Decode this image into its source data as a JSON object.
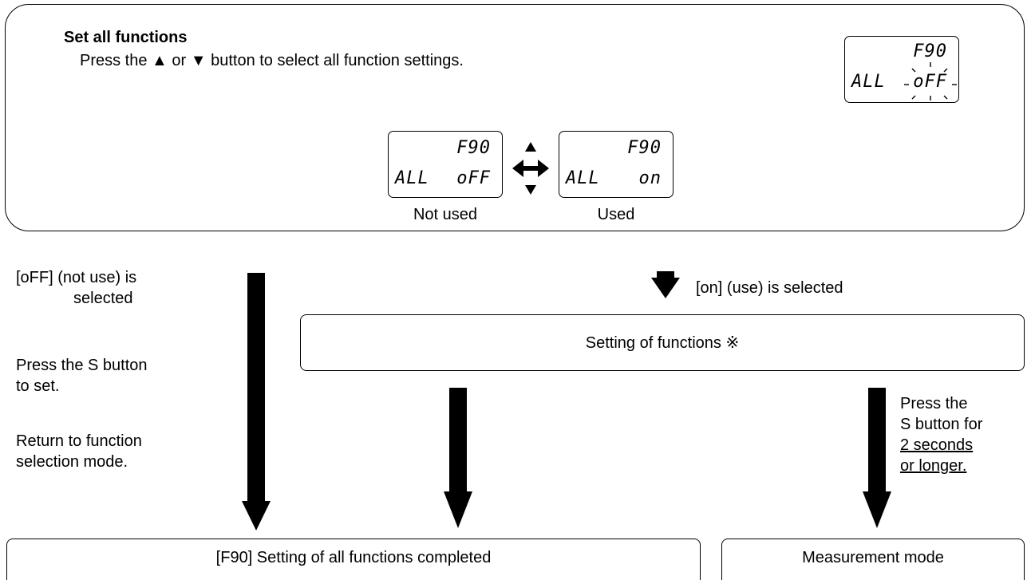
{
  "header": {
    "title": "Set all functions",
    "instruction": "Press the ▲ or ▼ button to select all function settings."
  },
  "display_current": {
    "code": "F90",
    "name": "ALL",
    "value": "oFF"
  },
  "option_off": {
    "code": "F90",
    "name": "ALL",
    "value": "oFF",
    "caption": "Not used"
  },
  "option_on": {
    "code": "F90",
    "name": "ALL",
    "value": "on",
    "caption": "Used"
  },
  "left_branch": {
    "selected": "[oFF] (not use) is",
    "selected_2": "selected",
    "press": "Press the S button",
    "press_2": "to set.",
    "return": "Return to function",
    "return_2": "selection mode."
  },
  "right_branch": {
    "selected": "[on] (use) is selected"
  },
  "setting_box": {
    "label": "Setting of functions ※"
  },
  "measure_note": {
    "line1": "Press the",
    "line2": "S button for",
    "line3": "2 seconds",
    "line4": "or longer."
  },
  "completed_box": {
    "label": "[F90] Setting of all functions completed"
  },
  "measurement_box": {
    "label": "Measurement mode"
  }
}
